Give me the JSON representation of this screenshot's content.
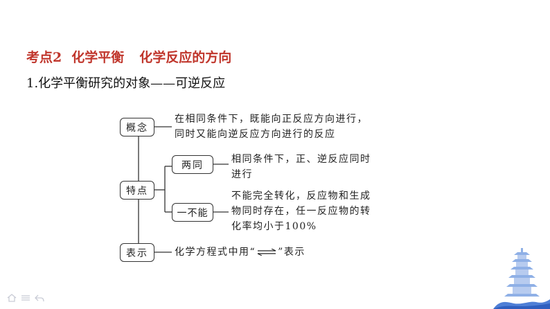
{
  "heading": {
    "section": "考点2",
    "topic1": "化学平衡",
    "topic2": "化学反应的方向"
  },
  "subheading": "1.化学平衡研究的对象——可逆反应",
  "diagram": {
    "concept": {
      "label": "概念",
      "desc": [
        "在相同条件下，既能向正反应方向进行，",
        "同时又能向逆反应方向进行的反应"
      ]
    },
    "features": {
      "label": "特点",
      "items": [
        {
          "label": "两同",
          "desc": [
            "相同条件下，正、逆反应同时",
            "进行"
          ]
        },
        {
          "label": "一不能",
          "desc": [
            "不能完全转化，反应物和生成",
            "物同时存在，任一反应物的转",
            "化率均小于100%"
          ]
        }
      ]
    },
    "representation": {
      "label": "表示",
      "desc_prefix": "化学方程式中用“",
      "desc_suffix": "”表示"
    }
  },
  "colors": {
    "heading": "#c0362c",
    "text": "#222222",
    "lines": "#333333"
  },
  "icons": [
    "home-icon",
    "menu-icon",
    "back-icon",
    "pagoda-logo-icon"
  ]
}
